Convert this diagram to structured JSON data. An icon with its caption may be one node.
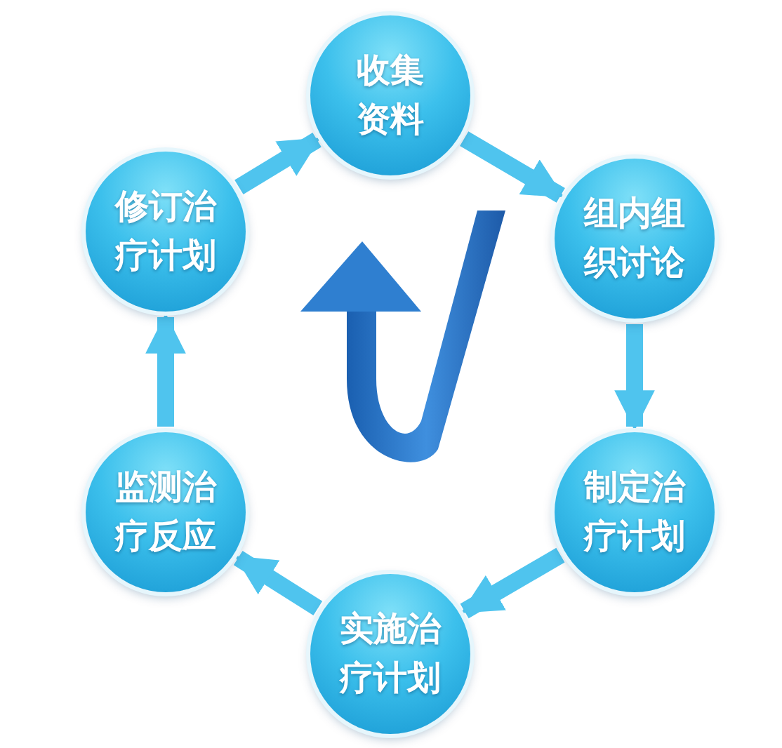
{
  "diagram": {
    "nodes": [
      {
        "text": [
          "收集资料"
        ]
      },
      {
        "text": [
          "组内组织讨论"
        ]
      },
      {
        "text": [
          "制定治疗计划"
        ]
      },
      {
        "text": [
          "实施治疗计划"
        ]
      },
      {
        "text": [
          "监测治疗反应"
        ]
      },
      {
        "text": [
          "修订治疗计划"
        ]
      }
    ],
    "edges": [
      {
        "from": 0,
        "to": 1,
        "arrow": "to"
      },
      {
        "from": 1,
        "to": 2,
        "arrow": "to"
      },
      {
        "from": 2,
        "to": 3,
        "arrow": "to"
      },
      {
        "from": 3,
        "to": 4,
        "arrow": "to"
      },
      {
        "from": 4,
        "to": 5,
        "arrow": "to"
      },
      {
        "from": 5,
        "to": 0,
        "arrow": "to"
      }
    ]
  }
}
